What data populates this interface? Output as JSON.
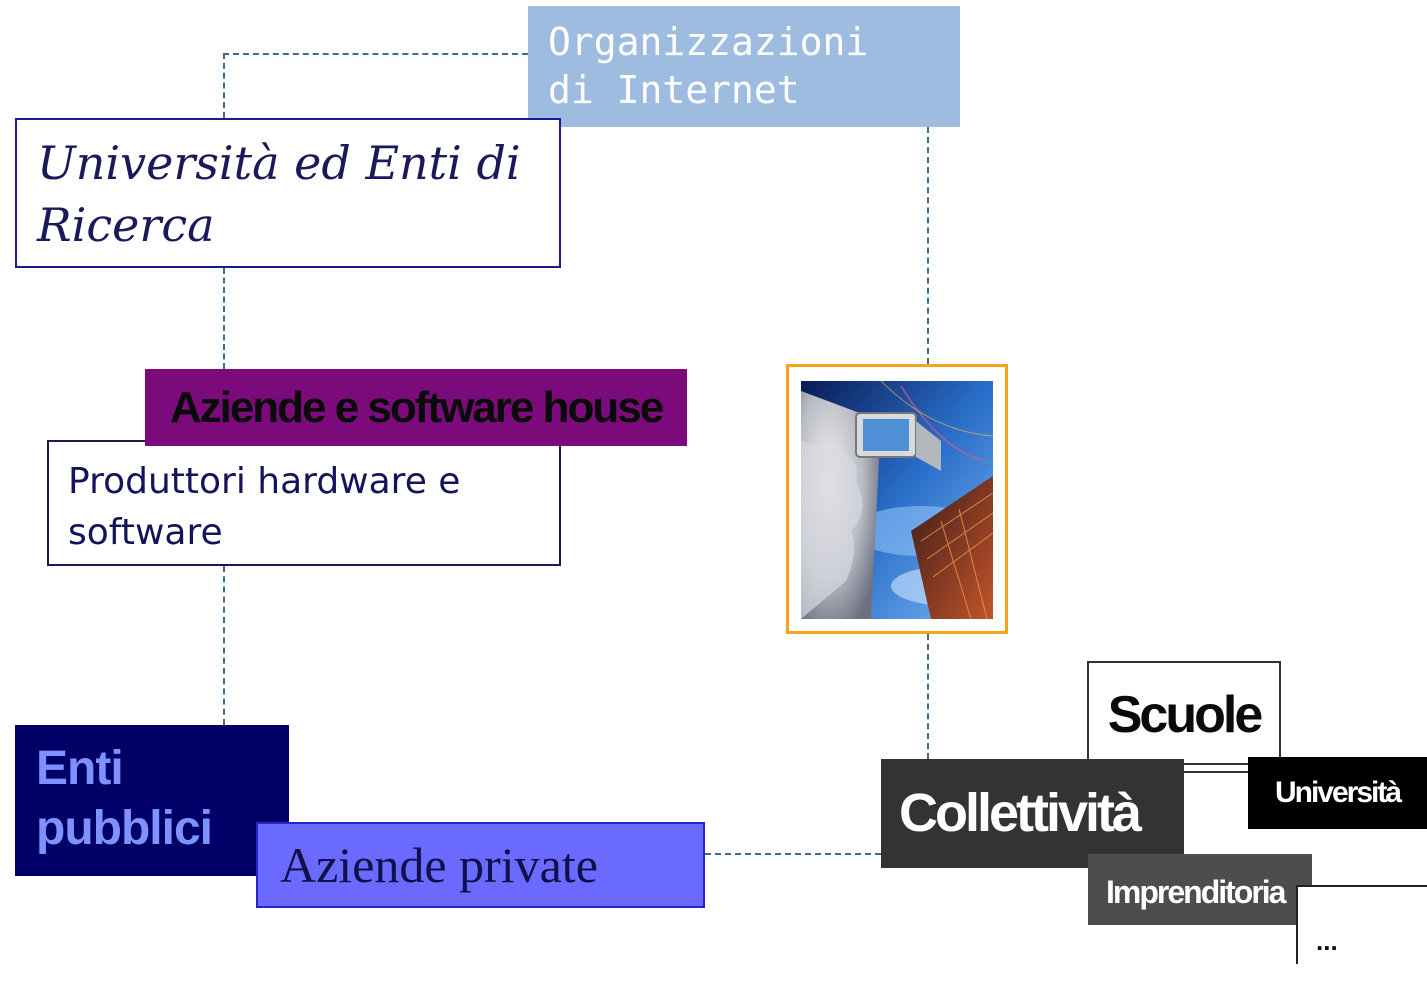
{
  "nodes": {
    "internet_orgs": {
      "line1": "Organizzazioni",
      "line2": "di Internet"
    },
    "universities": {
      "line1": "Università ed Enti di",
      "line2": "Ricerca"
    },
    "software_companies": {
      "label": "Aziende e software house"
    },
    "producers": {
      "line1": "Produttori hardware e",
      "line2": "software"
    },
    "public_bodies": {
      "line1": "Enti",
      "line2": "pubblici"
    },
    "private_companies": {
      "label": "Aziende private"
    },
    "community": {
      "label": "Collettività"
    },
    "schools": {
      "label": "Scuole"
    },
    "university_sub": {
      "label": "Università"
    },
    "entrepreneurship": {
      "label": "Imprenditoria"
    },
    "more": {
      "label": "..."
    }
  },
  "colors": {
    "connector": "#3a6e99",
    "image_frame": "#f7a21b",
    "internet_orgs_bg": "#9dbce0",
    "software_bg": "#7b0b7b",
    "public_bg": "#000066",
    "private_bg": "#6a6aff"
  },
  "icons": {
    "central_image": "face-and-screen-illustration"
  }
}
